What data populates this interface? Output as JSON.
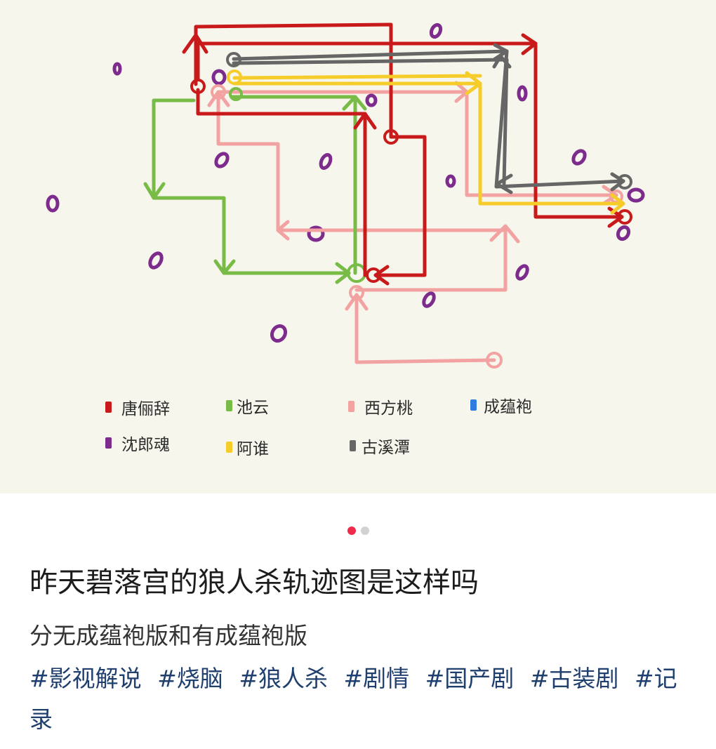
{
  "diagram": {
    "legend": [
      {
        "label": "唐俪辞",
        "color": "#c81a1a"
      },
      {
        "label": "池云",
        "color": "#78bb47"
      },
      {
        "label": "西方桃",
        "color": "#f3a2a2"
      },
      {
        "label": "成蕴袍",
        "color": "#2f7de0"
      },
      {
        "label": "沈郎魂",
        "color": "#7d2b8c"
      },
      {
        "label": "阿谁",
        "color": "#f5cc2a"
      },
      {
        "label": "古溪潭",
        "color": "#666666"
      }
    ]
  },
  "carousel": {
    "total": 2,
    "active": 1
  },
  "post": {
    "title": "昨天碧落宫的狼人杀轨迹图是这样吗",
    "description": "分无成蕴袍版和有成蕴袍版",
    "tags": [
      "#影视解说",
      "#烧脑",
      "#狼人杀",
      "#剧情",
      "#国产剧",
      "#古装剧",
      "#记录"
    ]
  }
}
